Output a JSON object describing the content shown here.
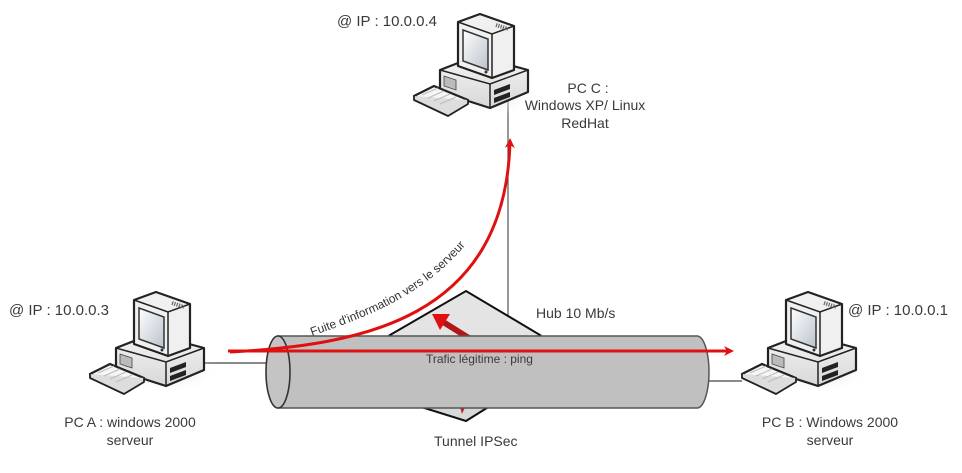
{
  "diagram": {
    "nodes": {
      "pc_a": {
        "name": "PC A : windows 2000",
        "role": "serveur",
        "ip": "@ IP : 10.0.0.3",
        "icon": "desktop-computer-icon"
      },
      "pc_b": {
        "name": "PC B : Windows 2000",
        "role": "serveur",
        "ip": "@ IP : 10.0.0.1",
        "icon": "desktop-computer-icon"
      },
      "pc_c": {
        "name": "PC C :",
        "os_line1": "Windows XP/ Linux",
        "os_line2": "RedHat",
        "ip": "@ IP : 10.0.0.4",
        "icon": "desktop-computer-icon"
      },
      "hub": {
        "label": "Hub 10 Mb/s",
        "icon": "hub-icon"
      }
    },
    "tunnel": {
      "label": "Tunnel IPSec"
    },
    "flows": {
      "legit": {
        "label": "Trafic légitime : ping",
        "from": "PC A",
        "to": "PC B"
      },
      "leak": {
        "label": "Fuite d'information vers le serveur",
        "from": "PC A",
        "to": "PC C"
      }
    },
    "colors": {
      "flow_arrow": "#e01010",
      "tunnel_fill": "#c0c0c0",
      "tunnel_stroke": "#555555",
      "hub_fill": "#e4e4e4",
      "link_line": "#444444",
      "text": "#3a3a3a"
    }
  }
}
